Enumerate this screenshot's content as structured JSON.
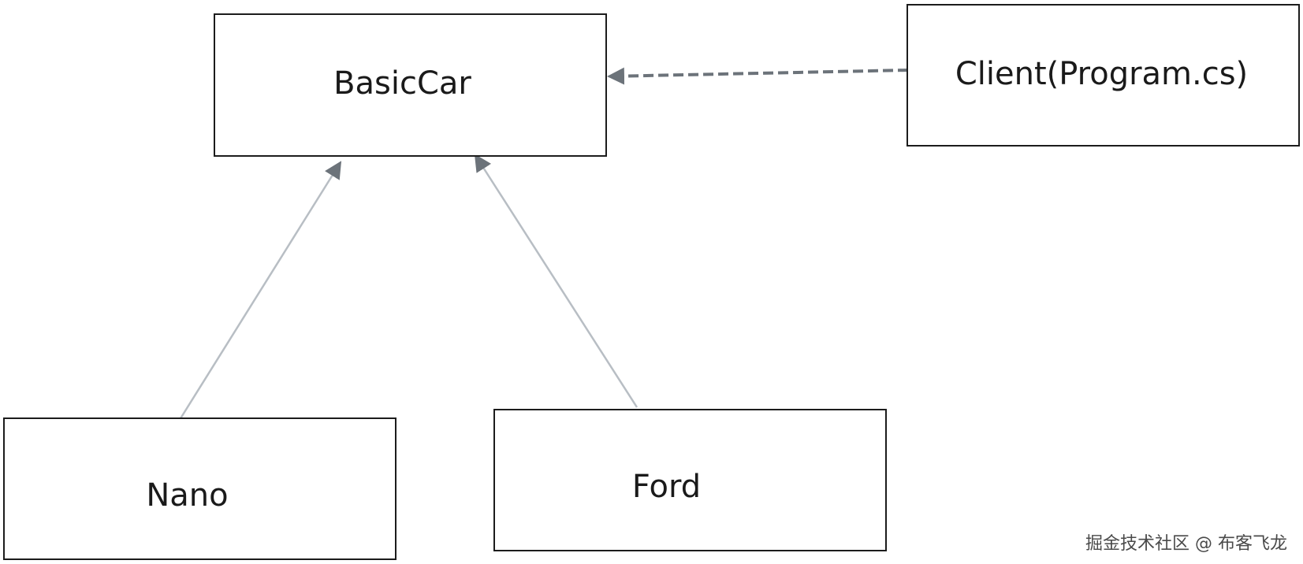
{
  "diagram": {
    "nodes": {
      "basiccar": "BasicCar",
      "client": "Client(Program.cs)",
      "nano": "Nano",
      "ford": "Ford"
    },
    "edges": [
      {
        "from": "nano",
        "to": "basiccar",
        "style": "solid",
        "color": "#b8bec4",
        "arrow_color": "#6c737a"
      },
      {
        "from": "ford",
        "to": "basiccar",
        "style": "solid",
        "color": "#b8bec4",
        "arrow_color": "#6c737a"
      },
      {
        "from": "client",
        "to": "basiccar",
        "style": "dashed",
        "color": "#6c737a",
        "arrow_color": "#6c737a"
      }
    ]
  },
  "watermark": "掘金技术社区 @ 布客飞龙"
}
